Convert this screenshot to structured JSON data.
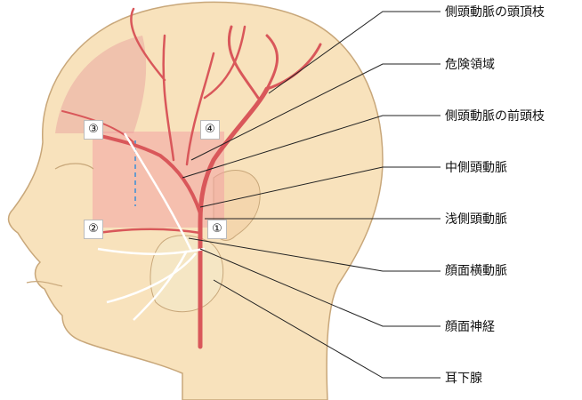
{
  "labels": {
    "parietal_branch": "側頭動脈の頭頂枝",
    "danger_zone": "危険領域",
    "frontal_branch": "側頭動脈の前頭枝",
    "middle_temporal_artery": "中側頭動脈",
    "superficial_temporal_artery": "浅側頭動脈",
    "transverse_facial_artery": "顔面横動脈",
    "facial_nerve": "顔面神経",
    "parotid_gland": "耳下腺"
  },
  "markers": [
    "①",
    "②",
    "③",
    "④"
  ],
  "colors": {
    "skin": "#f8e2bc",
    "outline": "#c8a77a",
    "artery": "#d9575a",
    "zone": "#f2a3a3",
    "nerve": "#ffffff",
    "dashed": "#3a8fd6"
  }
}
